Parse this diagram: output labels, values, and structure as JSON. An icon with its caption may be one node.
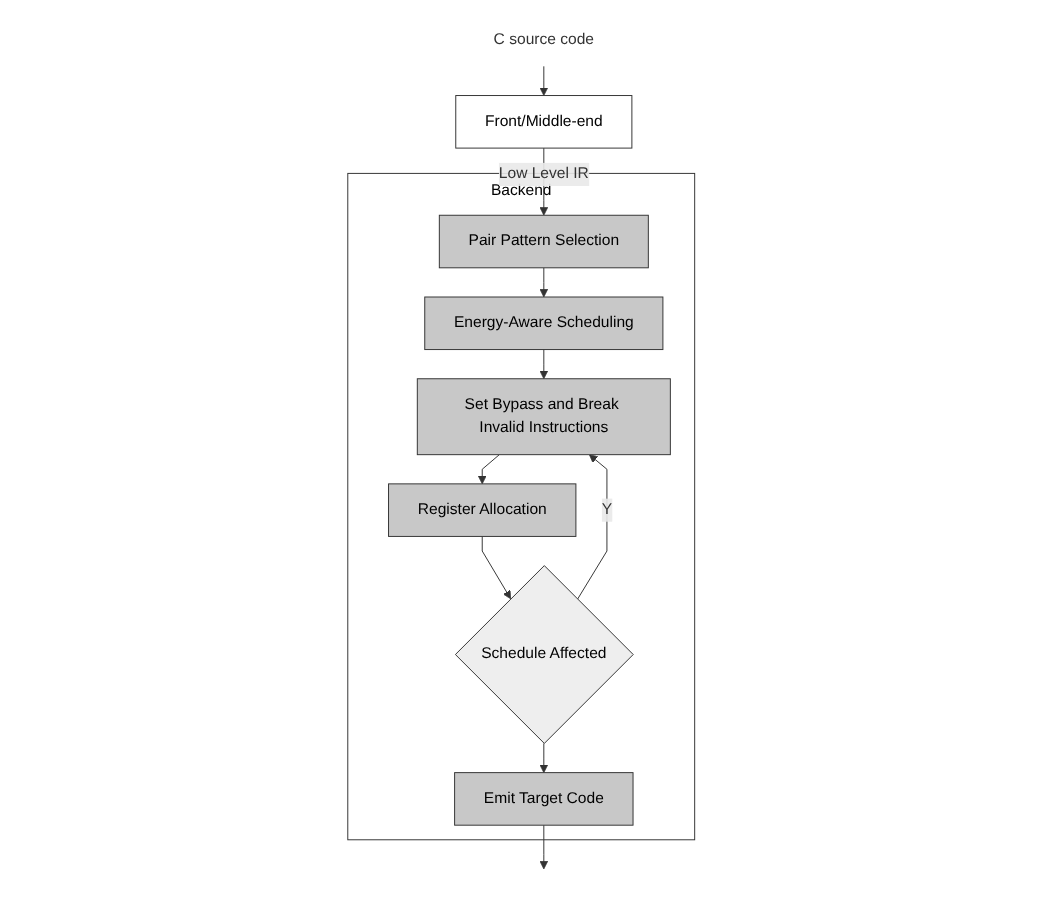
{
  "diagram": {
    "nodes": [
      {
        "text": [
          "C source code"
        ]
      },
      {
        "text": [
          "Front/Middle-end"
        ]
      },
      {
        "text": [
          "Backend"
        ]
      },
      {
        "text": [
          "Pair Pattern Selection"
        ],
        "in": 2
      },
      {
        "text": [
          "Energy-Aware Scheduling"
        ],
        "in": 2
      },
      {
        "text": [
          "Set Bypass and Break Invalid Instructions"
        ],
        "in": 2
      },
      {
        "text": [
          "Register Allocation"
        ],
        "in": 2
      },
      {
        "text": [
          "Schedule Affected"
        ],
        "in": 2
      },
      {
        "text": [
          "Emit Target Code"
        ],
        "in": 2
      }
    ],
    "edges": [
      {
        "from": 0,
        "to": 1,
        "arrow": "to"
      },
      {
        "from": 1,
        "to": 3,
        "arrow": "to",
        "label": "Low Level IR"
      },
      {
        "from": 3,
        "to": 4,
        "arrow": "to"
      },
      {
        "from": 4,
        "to": 5,
        "arrow": "to"
      },
      {
        "from": 5,
        "to": 6,
        "arrow": "to"
      },
      {
        "from": 6,
        "to": 7,
        "arrow": "to"
      },
      {
        "from": 7,
        "to": 5,
        "arrow": "to",
        "label": "Y"
      },
      {
        "from": 7,
        "to": 8,
        "arrow": "to"
      },
      {
        "from": 8,
        "to": null,
        "arrow": "to"
      }
    ]
  }
}
